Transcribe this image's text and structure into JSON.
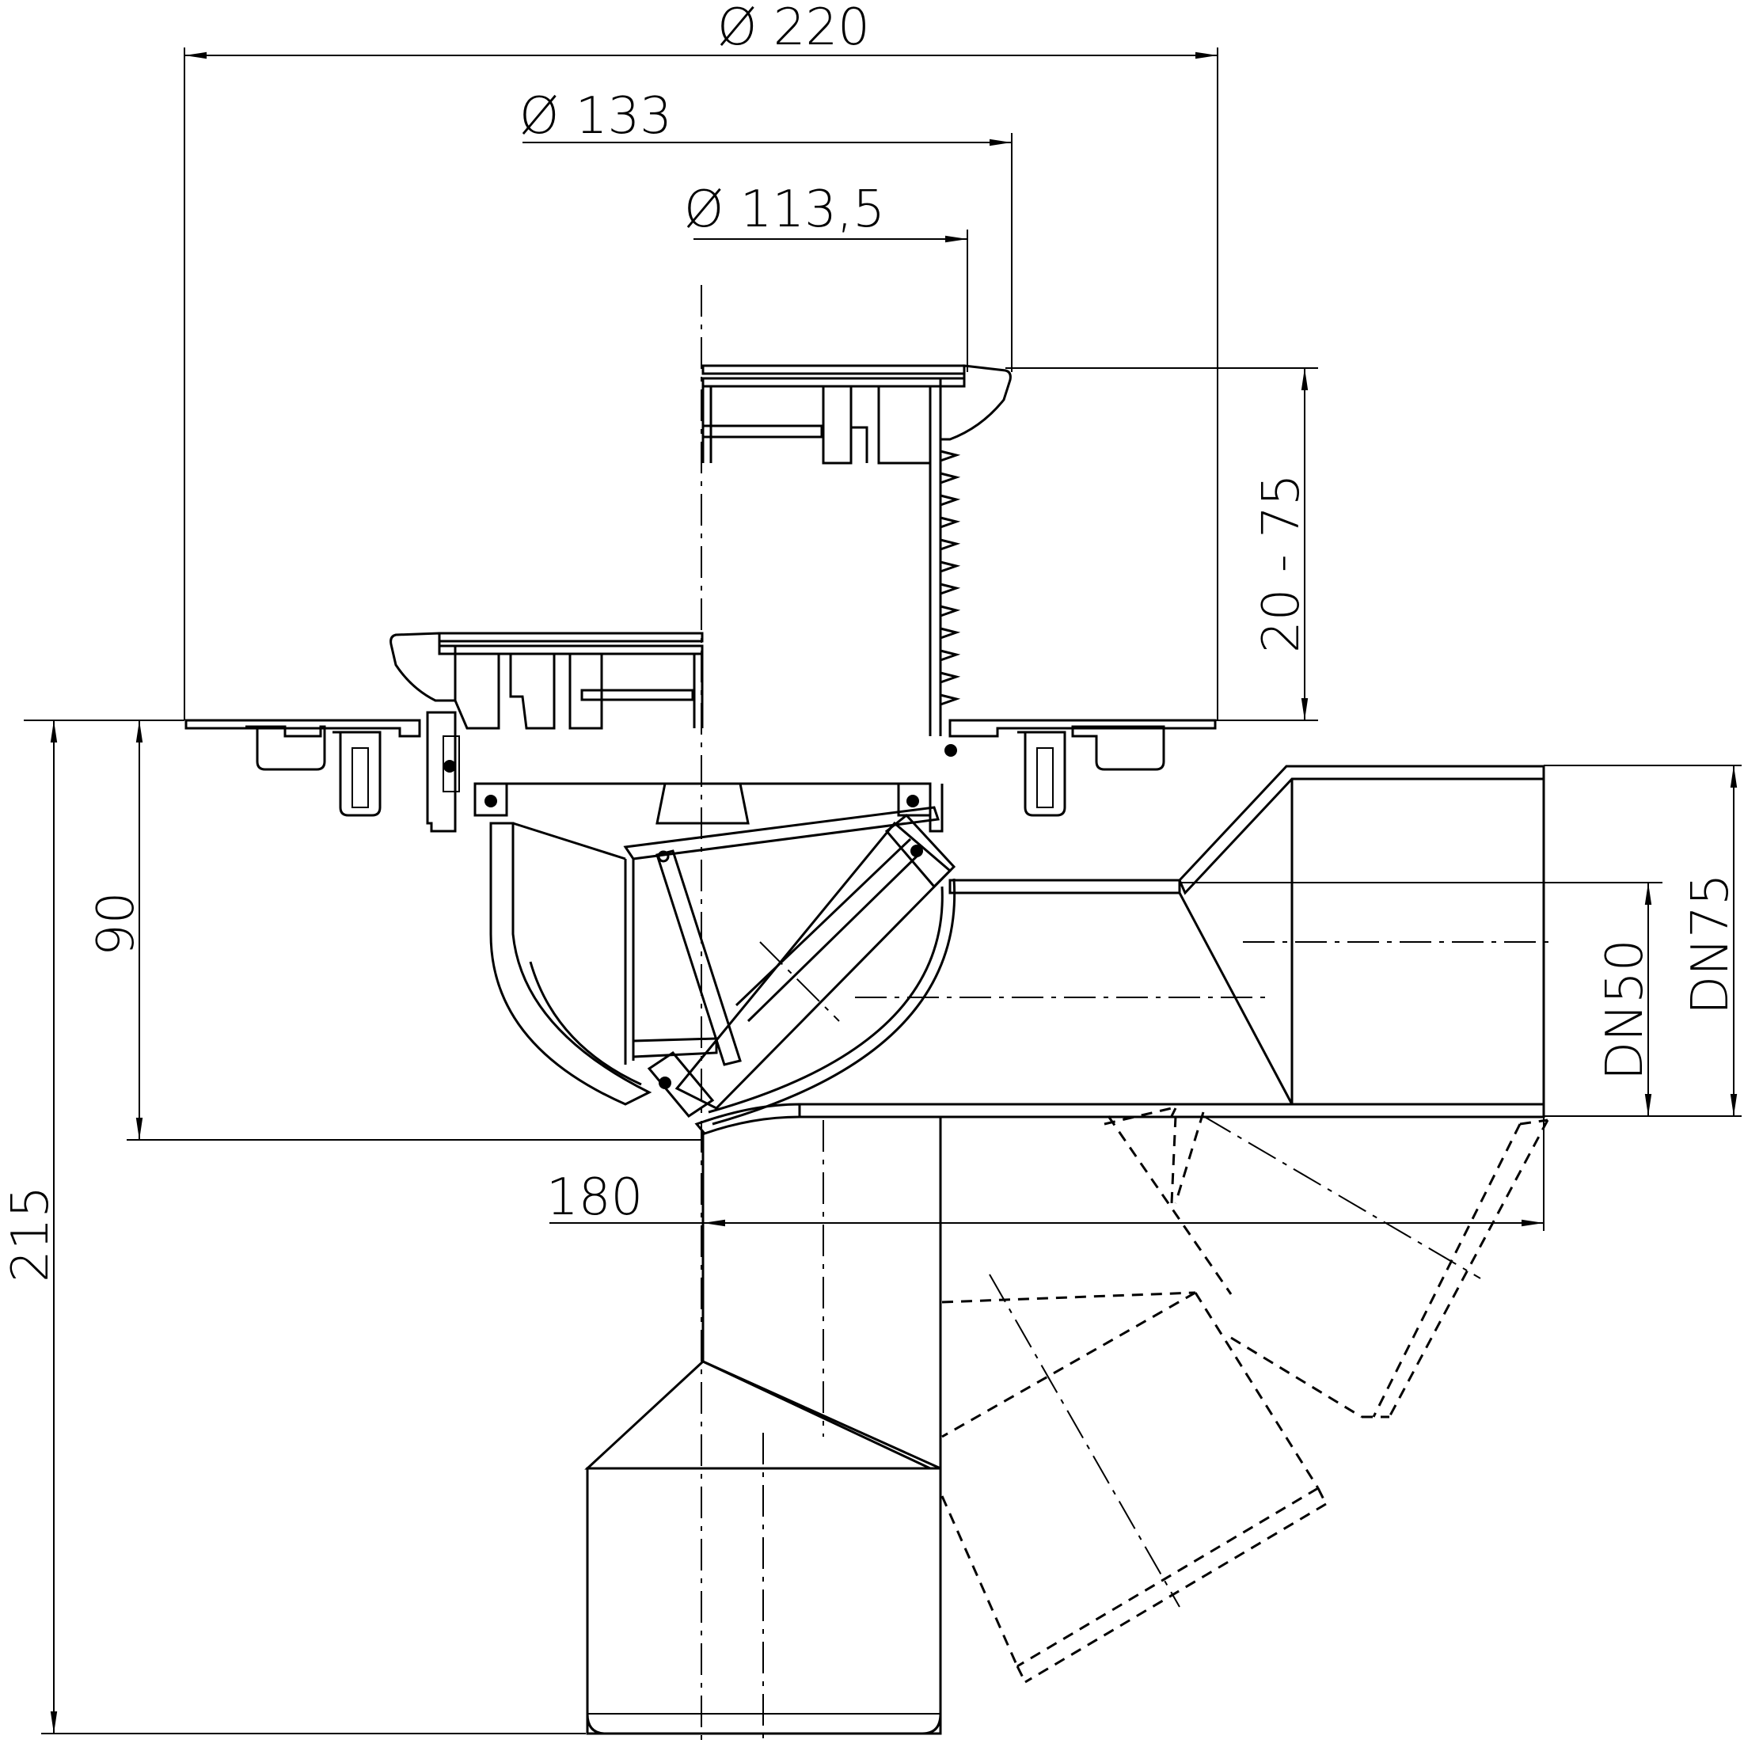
{
  "dimensions": {
    "d220": "Ø 220",
    "d133": "Ø 133",
    "d1135": "Ø 113,5",
    "h2075": "20 - 75",
    "h90": "90",
    "h215": "215",
    "w180": "180",
    "dn50": "DN50",
    "dn75": "DN75"
  }
}
